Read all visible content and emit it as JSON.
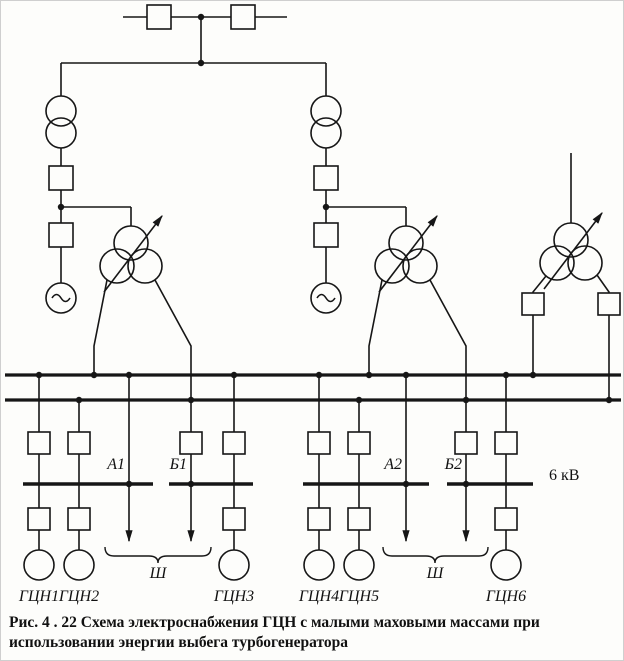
{
  "labels": {
    "a1": "А1",
    "b1": "Б1",
    "a2": "А2",
    "b2": "Б2",
    "voltage": "6 кВ",
    "group_left": "Ш",
    "group_right": "Ш",
    "pumps": [
      "ГЦН1",
      "ГЦН2",
      "ГЦН3",
      "ГЦН4",
      "ГЦН5",
      "ГЦН6"
    ]
  },
  "caption": {
    "line1": "Рис. 4 . 22 Схема электроснабжения ГЦН с малыми маховыми массами при",
    "line2": "использовании энергии выбега турбогенератора"
  },
  "colors": {
    "ink": "#161616",
    "paper": "#fdfdfb"
  }
}
